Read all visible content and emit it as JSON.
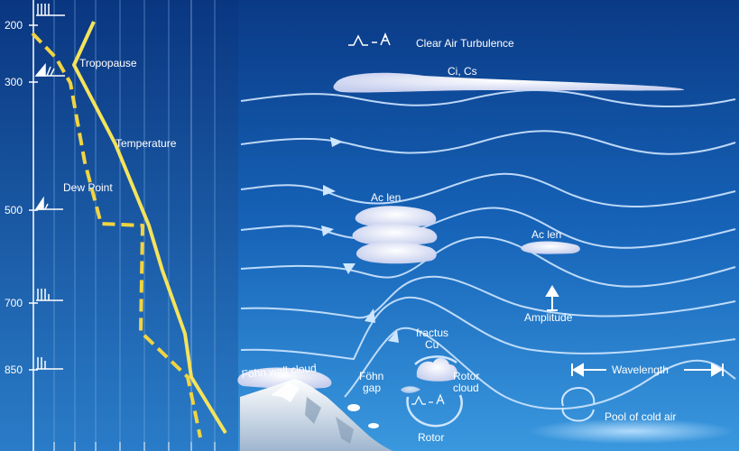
{
  "pressure_levels": [
    "200",
    "300",
    "500",
    "700",
    "850"
  ],
  "sounding": {
    "tropopause_label": "Tropopause",
    "temperature_label": "Temperature",
    "dew_point_label": "Dew Point"
  },
  "labels": {
    "clear_air_turbulence": "Clear Air Turbulence",
    "ci_cs": "Ci, Cs",
    "ac_len_1": "Ac len",
    "ac_len_2": "Ac len",
    "amplitude": "Amplitude",
    "fractus": "fractus",
    "cu": "Cu",
    "rotor_cloud_1": "Rotor",
    "rotor_cloud_2": "cloud",
    "fohn_wall_cloud": "Föhn wall cloud",
    "fohn_gap_1": "Föhn",
    "fohn_gap_2": "gap",
    "rotor": "Rotor",
    "wavelength": "Wavelength",
    "pool_of_cold_air": "Pool of cold air"
  },
  "colors": {
    "background_top": "#0a3e8a",
    "background_bottom": "#2f8fd8",
    "temperature_line": "#f5e35a",
    "dew_point_line": "#f2d440",
    "airflow": "#cfe6ff"
  }
}
